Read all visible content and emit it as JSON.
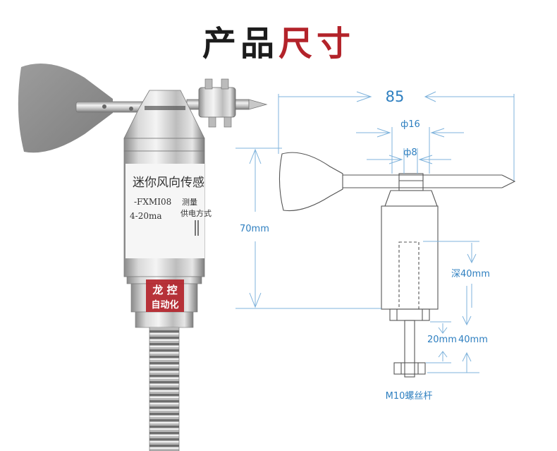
{
  "title": {
    "part1": "产品",
    "part2": "尺寸"
  },
  "product": {
    "label_main": "迷你风向传感",
    "model": "-FXMI08",
    "signal": "4-20ma",
    "measure": "测量",
    "power": "供电方式",
    "badge_line1": "龙 控",
    "badge_line2": "自动化"
  },
  "dimensions": {
    "width": "85",
    "phi16": "ф16",
    "phi8": "ф8",
    "height": "70mm",
    "depth": "深40mm",
    "gap20": "20mm",
    "gap40": "40mm",
    "screw": "M10螺丝杆"
  },
  "colors": {
    "accent": "#b3232a",
    "dimension": "#2e7fc0",
    "outline": "#555555"
  }
}
